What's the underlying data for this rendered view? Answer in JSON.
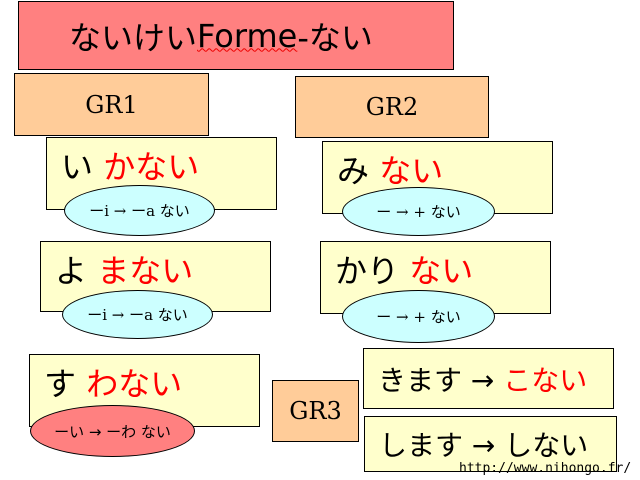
{
  "title": {
    "prefix": "ないけい ",
    "forme": "Forme",
    "suffix": "-ない"
  },
  "groups": {
    "gr1": "GR1",
    "gr2": "GR2",
    "gr3": "GR3"
  },
  "gr1": [
    {
      "stem": "い",
      "ending": "かない",
      "rule": "ーi → ーa ない"
    },
    {
      "stem": "よ",
      "ending": "まない",
      "rule": "ーi → ーa ない"
    },
    {
      "stem": "す",
      "ending": "わない",
      "rule": "ーい → ーわ ない"
    }
  ],
  "gr2": [
    {
      "stem": "み",
      "ending": "ない",
      "rule": "ー  → + ない"
    },
    {
      "stem": "かり",
      "ending": "ない",
      "rule": "ー → + ない"
    }
  ],
  "gr3": [
    {
      "verb": "きます →",
      "result": "こない"
    },
    {
      "verb": "します → しない",
      "result": ""
    }
  ],
  "url": "http://www.nihongo.fr/"
}
